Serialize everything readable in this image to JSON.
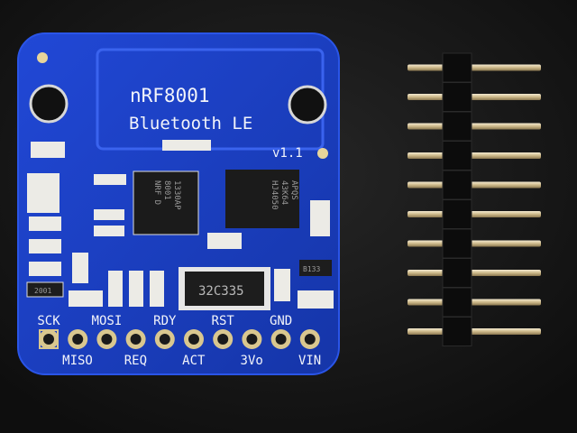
{
  "board": {
    "title": "nRF8001",
    "subtitle": "Bluetooth LE",
    "version": "v1.1",
    "pins_top": [
      "SCK",
      "MOSI",
      "RDY",
      "RST",
      "GND"
    ],
    "pins_bottom": [
      "MISO",
      "REQ",
      "ACT",
      "3Vo",
      "VIN"
    ],
    "chips": {
      "main": [
        "NRF D",
        "8001",
        "1330AP"
      ],
      "secondary": [
        "HJ4050",
        "43K64",
        "APQS"
      ],
      "crystal": "32C335",
      "regulator": "B133",
      "resistor": "2001"
    }
  },
  "header_pins": {
    "count": 10
  },
  "colors": {
    "pcb": "#1d3fc4",
    "background": "#141414",
    "gold": "#d8c79a",
    "header": "#0c0c0c"
  }
}
